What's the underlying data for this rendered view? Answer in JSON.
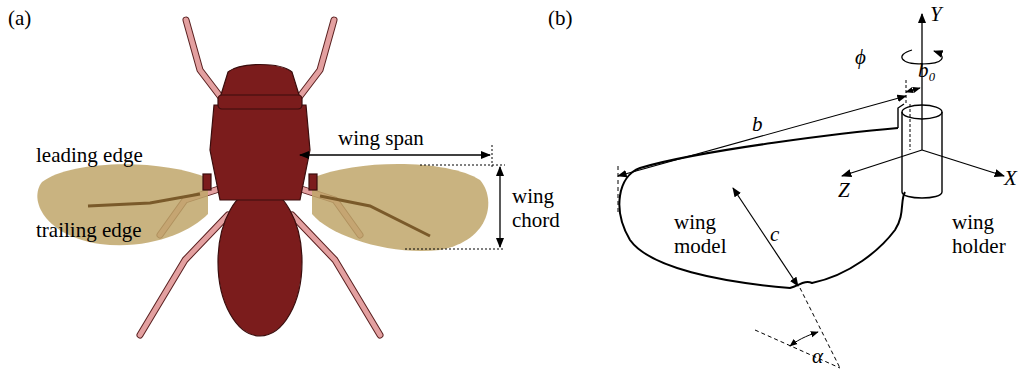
{
  "diagram": {
    "labels": [
      "(a)",
      "leading edge",
      "trailing edge",
      "wing span",
      "wing chord",
      "(b)",
      "Y",
      "ϕ",
      "b₀",
      "b",
      "Z",
      "X",
      "wing model",
      "c",
      "wing holder",
      "α"
    ]
  }
}
